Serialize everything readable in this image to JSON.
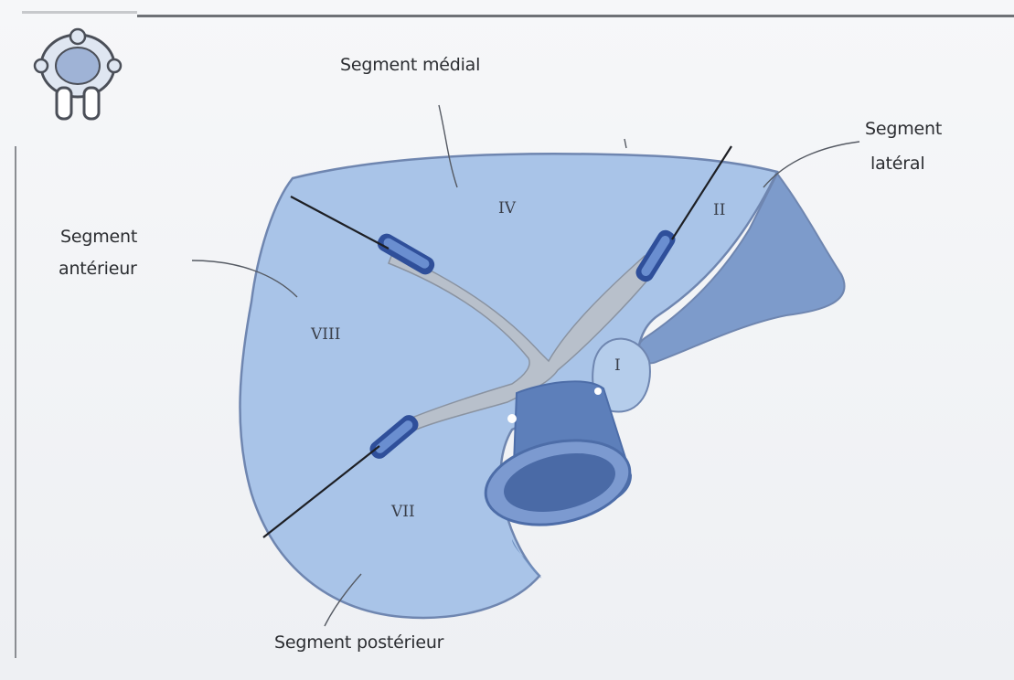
{
  "labels": {
    "medial": "Segment médial",
    "lateral_line1": "Segment",
    "lateral_line2": "latéral",
    "anterior_line1": "Segment",
    "anterior_line2": "antérieur",
    "posterior": "Segment postérieur"
  },
  "segments": {
    "iv": "IV",
    "ii": "II",
    "viii": "VIII",
    "i": "I",
    "vii": "VII"
  },
  "colors": {
    "liver_fill": "#a9c4e8",
    "liver_shadow": "#6e8fc0",
    "vein_gray": "#b8c0cb",
    "vein_core": "#2f4f9a",
    "ivc_dark": "#4d6da8",
    "outline": "#6f86b0"
  },
  "icon": "body-orientation-icon"
}
